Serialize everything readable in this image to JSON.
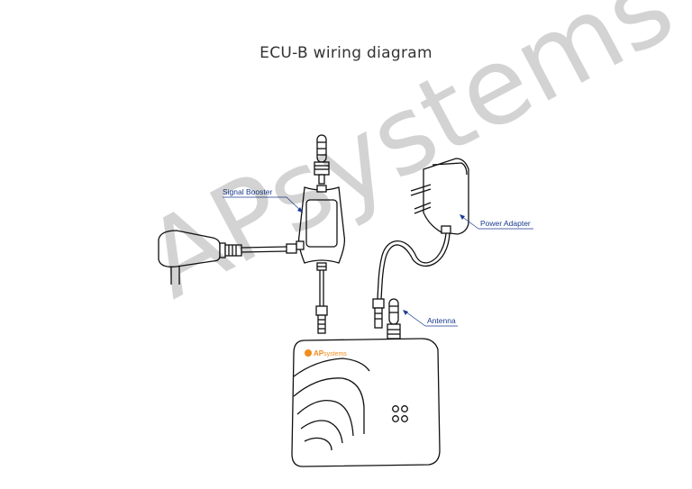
{
  "title": "ECU-B wiring diagram",
  "labels": {
    "signal_booster": "Signal Booster",
    "power_adapter": "Power Adapter",
    "antenna": "Antenna"
  },
  "brand": {
    "logo_text_ap": "AP",
    "logo_text_systems": "systems",
    "logo_color": "#f28c1e"
  },
  "watermark": "APsystems",
  "colors": {
    "callout": "#1a3a8f",
    "line": "#111111"
  }
}
